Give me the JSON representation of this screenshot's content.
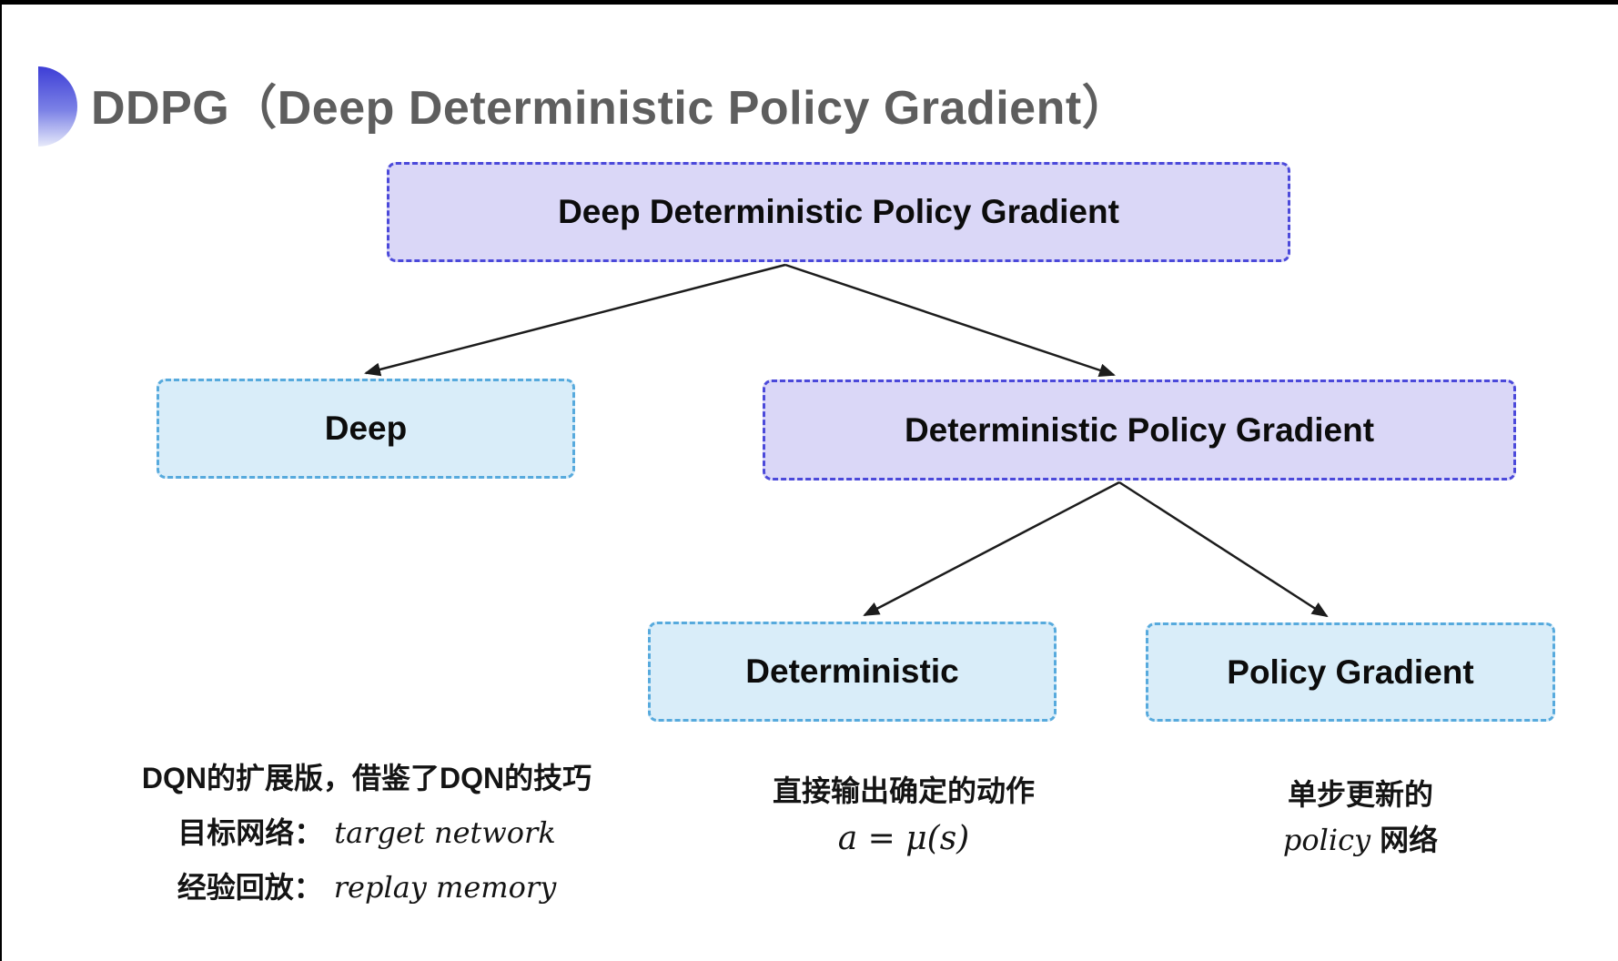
{
  "title": {
    "text": "DDPG（Deep Deterministic Policy Gradient）"
  },
  "diagram": {
    "nodes": [
      {
        "id": "root",
        "label": "Deep Deterministic Policy Gradient",
        "variant": "purple"
      },
      {
        "id": "deep",
        "label": "Deep",
        "variant": "cyan"
      },
      {
        "id": "dpg",
        "label": "Deterministic Policy Gradient",
        "variant": "purple"
      },
      {
        "id": "det",
        "label": "Deterministic",
        "variant": "cyan"
      },
      {
        "id": "pg",
        "label": "Policy Gradient",
        "variant": "cyan"
      }
    ],
    "edges": [
      {
        "from": "root",
        "to": "deep"
      },
      {
        "from": "root",
        "to": "dpg"
      },
      {
        "from": "dpg",
        "to": "det"
      },
      {
        "from": "dpg",
        "to": "pg"
      }
    ]
  },
  "annotations": {
    "dqn": {
      "line1": "DQN的扩展版，借鉴了DQN的技巧",
      "line2_zh": "目标网络：",
      "line2_en": "target network",
      "line3_zh": "经验回放：",
      "line3_en": "replay memory"
    },
    "deterministic": {
      "line1": "直接输出确定的动作",
      "formula": "a = μ(s)"
    },
    "policy_gradient": {
      "line1": "单步更新的",
      "line2_en": "policy",
      "line2_zh": "网络"
    }
  },
  "colors": {
    "purple_fill": "#dad7f7",
    "purple_border": "#4b49da",
    "cyan_fill": "#d9edf9",
    "cyan_border": "#57aadd",
    "title_gray": "#5e5e5e",
    "arrow": "#1c1c1c",
    "bullet_blue": "#3d3ed6"
  }
}
